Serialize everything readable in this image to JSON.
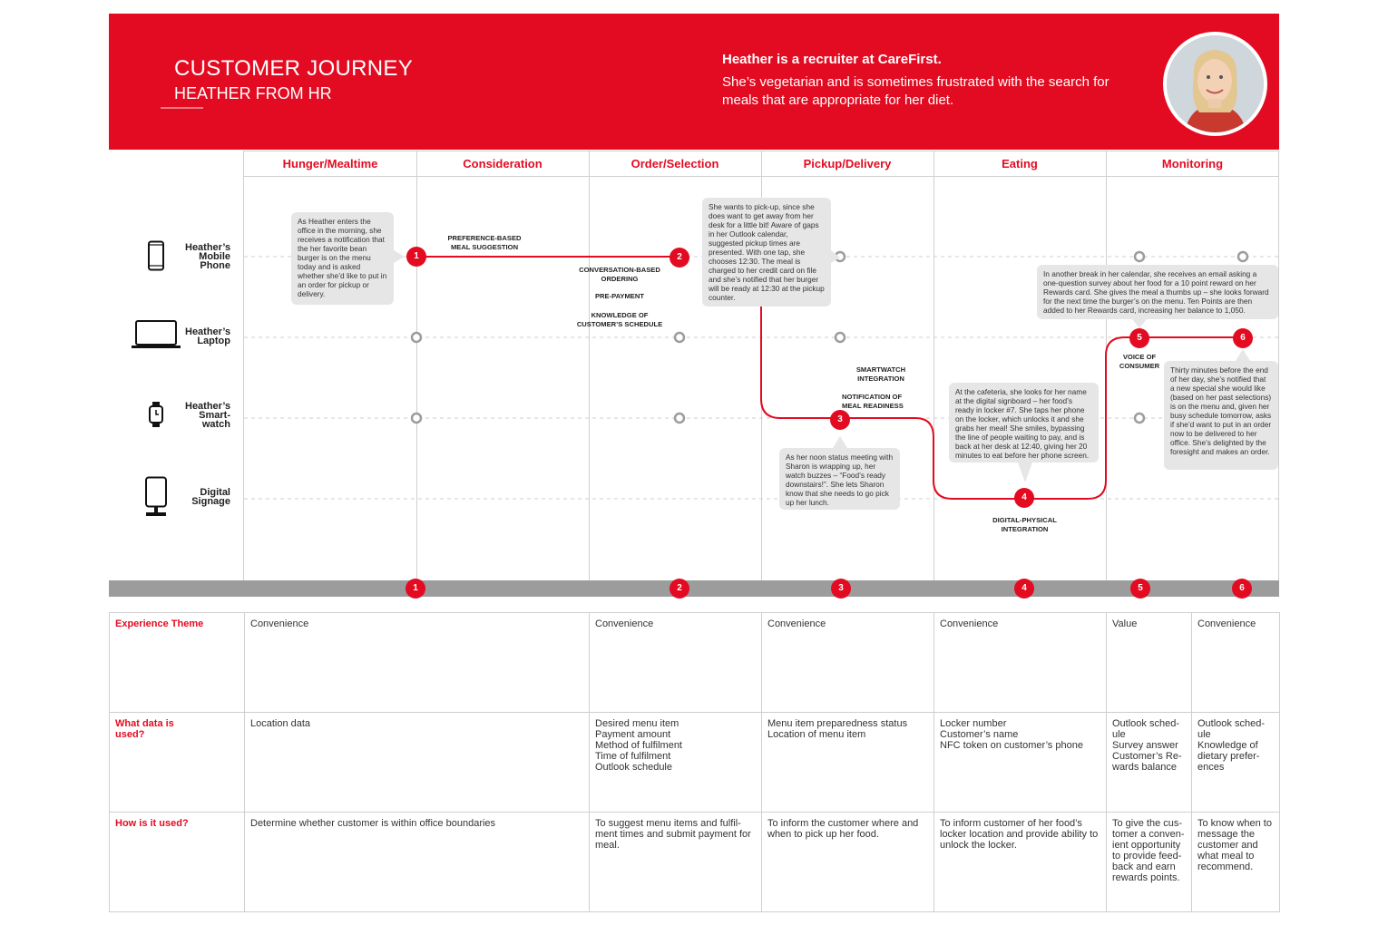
{
  "header": {
    "title": "CUSTOMER JOURNEY",
    "subtitle": "HEATHER FROM HR",
    "lead": "Heather is a recruiter at CareFirst.",
    "description": "She’s vegetarian and is sometimes frustrated with the search for meals that are appropriate for her diet."
  },
  "stages": [
    "Hunger/Mealtime",
    "Consideration",
    "Order/Selection",
    "Pickup/Delivery",
    "Eating",
    "Monitoring"
  ],
  "channels": [
    {
      "label": "Heather’s Mobile Phone",
      "icon": "mobile-phone-icon"
    },
    {
      "label": "Heather’s Laptop",
      "icon": "laptop-icon"
    },
    {
      "label": "Heather’s Smart-watch",
      "icon": "smartwatch-icon"
    },
    {
      "label": "Digital Signage",
      "icon": "digital-signage-icon"
    }
  ],
  "notes": [
    "As Heather enters the office in the morning, she receives a notification that the her favorite bean burger is on the menu today and is asked whether she’d like to put in an order for pickup or delivery.",
    "She wants to pick-up, since she does want to get away from her desk for a little bit! Aware of gaps in her Outlook calendar, suggested pickup times are presented. With one tap, she chooses 12:30. The meal is charged to her credit card on file and she’s notified that her burger will be ready at 12:30 at the pickup counter.",
    "As her noon status meeting with Sharon is wrapping up, her watch buzzes – “Food’s ready downstairs!”. She lets Sharon know that she needs to go pick up her lunch.",
    "At the cafeteria, she looks for her name at the digital signboard – her food’s ready in locker #7. She taps her phone on the locker, which unlocks it and she grabs her meal! She smiles, bypassing the line of people waiting to pay, and is back at her desk at 12:40, giving her 20 minutes to eat before her phone screen.",
    "In another break in her calendar, she receives an email asking a one-question survey about her food for a 10 point reward on her Rewards card. She gives the meal a thumbs up – she looks forward for the next time the burger’s on the menu. Ten Points are then added to her Rewards card, increasing her balance to 1,050.",
    "Thirty minutes before the end of her day, she’s notified that a new special she would like (based on her past selections) is on the menu and, given her busy schedule tomorrow, asks if she’d want to put in an order now to be delivered to her office. She’s delighted by the foresight and makes an order."
  ],
  "tags": {
    "preference": "PREFERENCE-BASED MEAL SUGGESTION",
    "conversation": "CONVERSATION-BASED ORDERING",
    "prepayment": "PRE-PAYMENT",
    "schedule": "KNOWLEDGE OF CUSTOMER’S SCHEDULE",
    "smartwatch": "SMARTWATCH INTEGRATION",
    "readiness": "NOTIFICATION OF MEAL READINESS",
    "physical": "DIGITAL-PHYSICAL INTEGRATION",
    "voice": "VOICE OF CONSUMER"
  },
  "steps": [
    "1",
    "2",
    "3",
    "4",
    "5",
    "6"
  ],
  "table": {
    "row_headers": [
      "Experience Theme",
      "What data is used?",
      "How is it used?"
    ],
    "themes": [
      "Convenience",
      "Convenience",
      "Convenience",
      "Convenience",
      "Value",
      "Convenience"
    ],
    "data_used": [
      [
        "Location data"
      ],
      [
        "Desired menu item",
        "Payment amount",
        "Method of fulfilment",
        "Time of fulfilment",
        "Outlook schedule"
      ],
      [
        "Menu item preparedness status",
        "Location of menu item"
      ],
      [
        "Locker number",
        "Customer’s name",
        "NFC token on customer’s phone"
      ],
      [
        "Outlook sched-ule",
        "Survey answer",
        "Customer’s Re-wards balance"
      ],
      [
        "Outlook sched-ule",
        "Knowledge of dietary prefer-ences"
      ]
    ],
    "how_used": [
      "Determine whether customer is within office boundaries",
      "To suggest menu items and fulfil-ment times and submit payment for meal.",
      "To inform the customer where and when to pick up her food.",
      "To inform customer of her food’s locker location and provide ability to unlock the locker.",
      "To give the cus-tomer a conven-ient opportunity to provide feed-back and earn rewards points.",
      "To know when to message the customer and what meal to recommend."
    ]
  },
  "colors": {
    "accent": "#e30b21",
    "band": "#9c9c9c",
    "grid": "#cfcfcf",
    "note": "#e6e6e6"
  }
}
